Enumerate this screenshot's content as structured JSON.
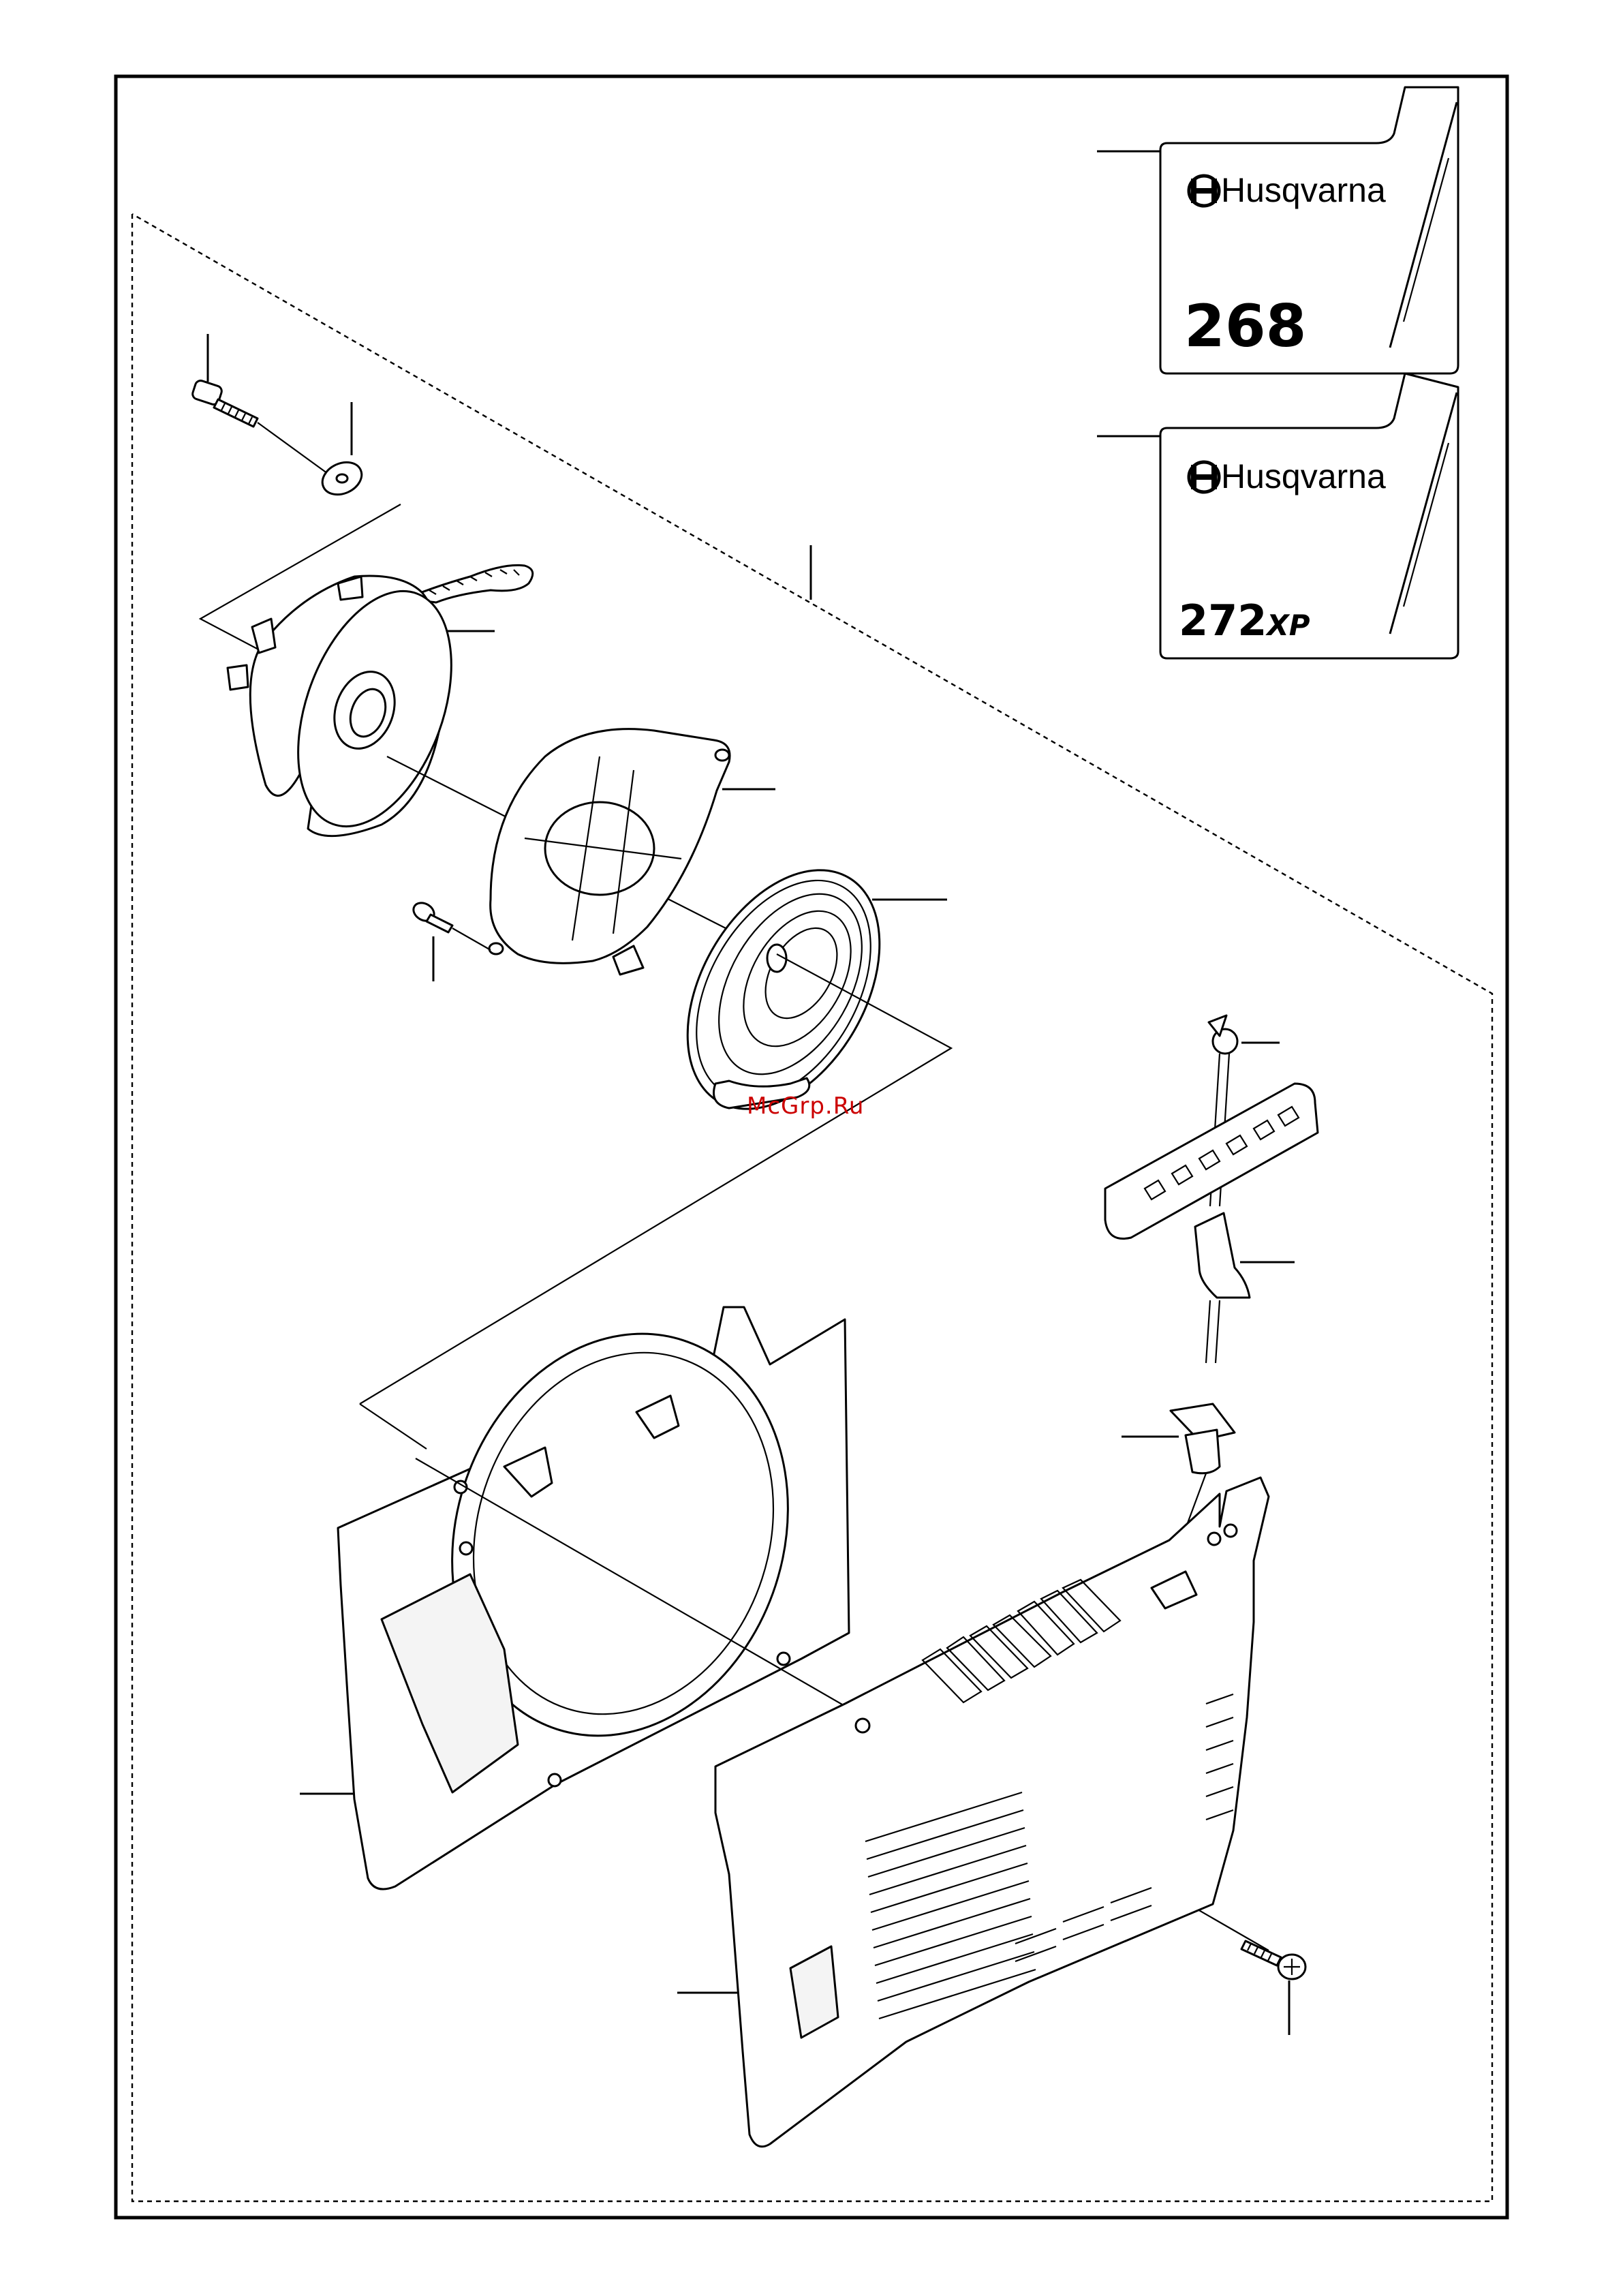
{
  "watermark": "McGrp.Ru",
  "decals": [
    {
      "brand": "Husqvarna",
      "model": "268",
      "model_suffix": ""
    },
    {
      "brand": "Husqvarna",
      "model": "272",
      "model_suffix": "XP"
    }
  ],
  "parts": [
    "screw",
    "washer",
    "starter-pulley-with-rope",
    "spring-cassette",
    "recoil-spring",
    "screw",
    "starter-handle",
    "rope-guide",
    "inner-cover",
    "starter-housing",
    "screw"
  ]
}
